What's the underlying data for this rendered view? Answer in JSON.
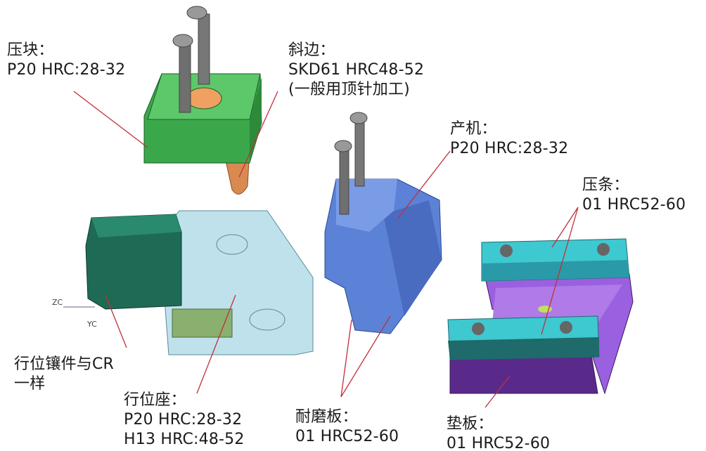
{
  "colors": {
    "leader": "#c0303a",
    "press_block": "#3aa84a",
    "wedge": "#d98a50",
    "slide_insert": "#1f6a55",
    "slide_seat": "#a9d7e6",
    "core": "#5b82d6",
    "strip": "#3ec8d0",
    "backplate": "#7a3fb8"
  },
  "labels": {
    "press_block": {
      "title": "压块：",
      "spec": "P20  HRC:28-32"
    },
    "wedge": {
      "title": "斜边：",
      "spec": "SKD61  HRC48-52",
      "note": "(一般用顶针加工)"
    },
    "machine": {
      "title": "产机：",
      "spec": "P20  HRC:28-32"
    },
    "press_strip": {
      "title": "压条：",
      "spec": "01  HRC52-60"
    },
    "slide_insert": {
      "line1": "行位镶件与CR",
      "line2": "一样"
    },
    "slide_seat": {
      "title": "行位座：",
      "spec1": "P20  HRC:28-32",
      "spec2": "H13  HRC:48-52"
    },
    "wear_plate": {
      "title": "耐磨板：",
      "spec": "01 HRC52-60"
    },
    "backing_plate": {
      "title": "垫板：",
      "spec": "01 HRC52-60"
    }
  },
  "axis_labels": {
    "z": "ZC",
    "y": "YC"
  }
}
